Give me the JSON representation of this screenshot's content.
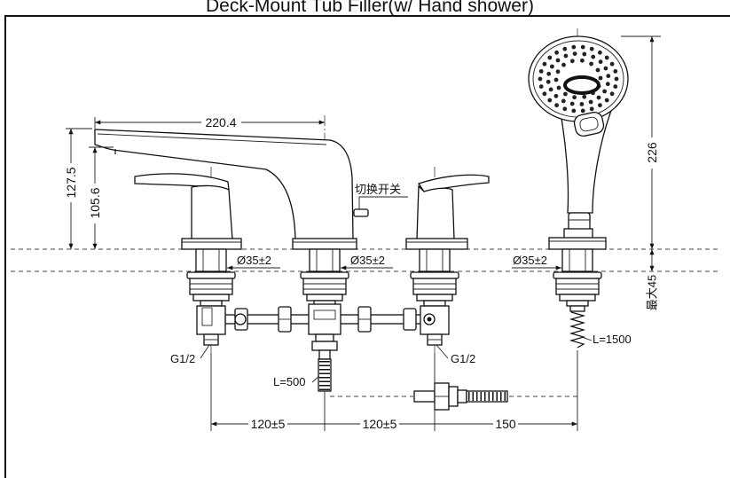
{
  "header": {
    "title": "Deck-Mount Tub Filler(w/ Hand shower)"
  },
  "dimensions": {
    "spout_reach": "220.4",
    "spout_height": "127.5",
    "spout_outlet_height": "105.6",
    "hand_shower_height": "226",
    "max_deck_thickness": "最大45",
    "spacing_left": "120±5",
    "spacing_middle": "120±5",
    "spacing_right": "150",
    "hole_diameters": [
      "Ø35±2",
      "Ø35±2",
      "Ø35±2"
    ]
  },
  "labels": {
    "diverter_switch": "切换开关",
    "inlet_left": "G1/2",
    "inlet_right": "G1/2",
    "spout_hose_length": "L=500",
    "shower_hose_length": "L=1500"
  }
}
